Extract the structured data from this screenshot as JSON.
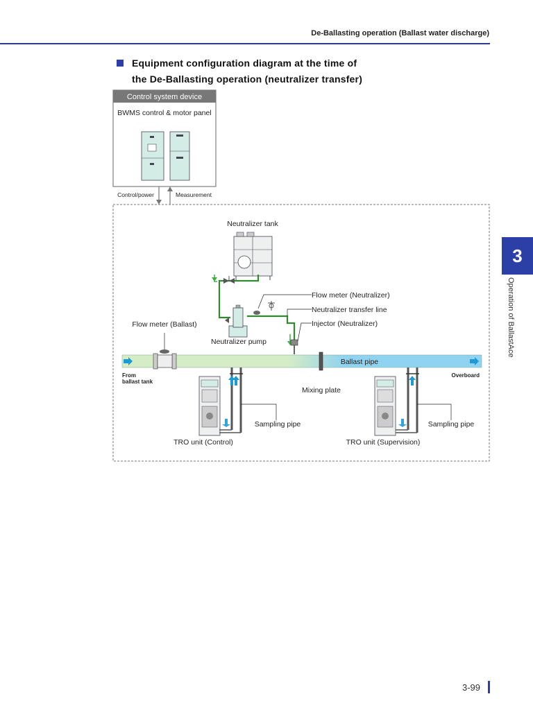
{
  "header": {
    "title": "De-Ballasting operation (Ballast water discharge)"
  },
  "section": {
    "title_line1": "Equipment configuration diagram at the time of",
    "title_line2": "the De-Ballasting operation (neutralizer transfer)"
  },
  "chapter": {
    "number": "3",
    "label": "Operation of BallastAce"
  },
  "page": {
    "number": "3-99"
  },
  "diagram": {
    "control_box_title": "Control system device",
    "control_panel_label": "BWMS control & motor panel",
    "control_power_label": "Control/power",
    "measurement_label": "Measurement",
    "neutralizer_tank_label": "Neutralizer tank",
    "flow_meter_neutralizer_label": "Flow meter (Neutralizer)",
    "transfer_line_label": "Neutralizer transfer line",
    "injector_label": "Injector (Neutralizer)",
    "flow_meter_ballast_label": "Flow meter (Ballast)",
    "neutralizer_pump_label": "Neutralizer pump",
    "ballast_pipe_label": "Ballast pipe",
    "from_label_line1": "From",
    "from_label_line2": "ballast tank",
    "overboard_label": "Overboard",
    "mixing_plate_label": "Mixing plate",
    "sampling_pipe_left_label": "Sampling pipe",
    "sampling_pipe_right_label": "Sampling pipe",
    "tro_control_label": "TRO unit (Control)",
    "tro_supervision_label": "TRO unit (Supervision)",
    "colors": {
      "accent_blue": "#2b3fa6",
      "pipe_green": "#d6ecc6",
      "pipe_blue": "#8fd3f0",
      "line_green": "#2f8a2f",
      "cabinet_fill": "#d4ece6",
      "arrow_blue": "#1e9ad6"
    }
  }
}
